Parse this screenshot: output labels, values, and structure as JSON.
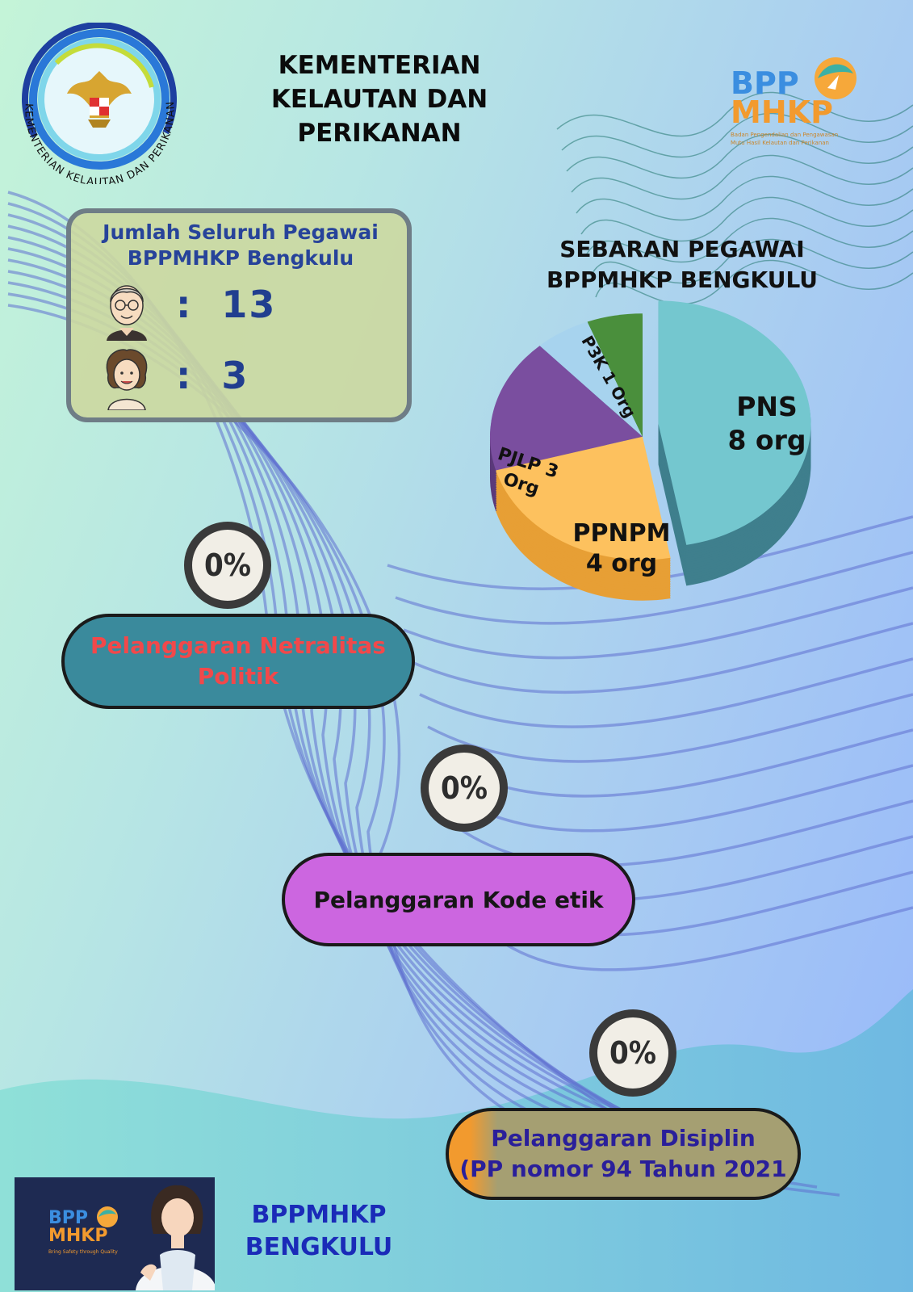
{
  "header": {
    "ministry_line1": "KEMENTERIAN",
    "ministry_line2": "KELAUTAN DAN PERIKANAN",
    "seal_ring_text": "KEMENTERIAN KELAUTAN DAN PERIKANAN",
    "bpp_logo_top": "BPP",
    "bpp_logo_bottom": "MHKP",
    "bpp_logo_tagline1": "Badan Pengendalian dan Pengawasan",
    "bpp_logo_tagline2": "Mutu Hasil Kelautan dan Perikanan"
  },
  "summary": {
    "title_line1": "Jumlah Seluruh Pegawai",
    "title_line2": "BPPMHKP Bengkulu",
    "male_count": ":  13",
    "female_count": ":  3"
  },
  "chart_data": {
    "type": "pie",
    "title_line1": "SEBARAN PEGAWAI",
    "title_line2": "BPPMHKP BENGKULU",
    "slices": [
      {
        "label_line1": "PNS",
        "label_line2": "8 org",
        "value": 8,
        "color": "#74c7cf",
        "side": "#3f7f8d"
      },
      {
        "label_line1": "PPNPM",
        "label_line2": "4 org",
        "value": 4,
        "color": "#fdc15e",
        "side": "#e79f35"
      },
      {
        "label_line1": "PJLP 3",
        "label_line2": "Org",
        "value": 3,
        "color": "#7a4e9f",
        "side": "#5a3a7a"
      },
      {
        "label_line1": "",
        "label_line2": "",
        "value": 1,
        "color": "#a7d3ee",
        "side": "#7fb0cc"
      },
      {
        "label_line1": "P3K 1 Org",
        "label_line2": "",
        "value": 1,
        "color": "#4a8f3c",
        "side": "#356b2b"
      }
    ]
  },
  "violations": [
    {
      "percent": "0%",
      "label_line1": "Pelanggaran Netralitas",
      "label_line2": "Politik",
      "bg": "#3a8a9c",
      "text_color": "#f2484a"
    },
    {
      "percent": "0%",
      "label_line1": "Pelanggaran Kode etik",
      "label_line2": "",
      "bg": "#cc66e0",
      "text_color": "#161616"
    },
    {
      "percent": "0%",
      "label_line1": "Pelanggaran Disiplin",
      "label_line2": "(PP nomor 94 Tahun 2021",
      "bg": "#a59f72",
      "text_color": "#2a1f9a"
    }
  ],
  "footer": {
    "logo_top": "BPP",
    "logo_bottom": "MHKP",
    "logo_tagline": "Bring Safety through Quality",
    "name_line1": "BPPMHKP",
    "name_line2": "BENGKULU"
  }
}
